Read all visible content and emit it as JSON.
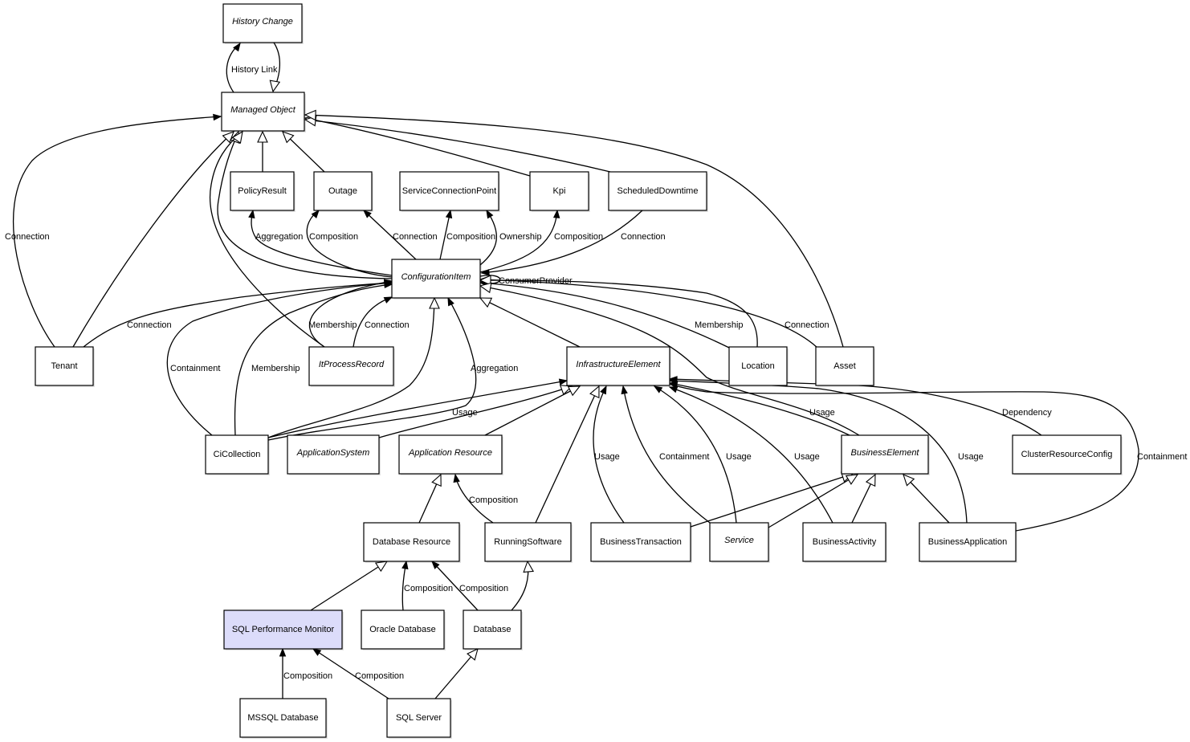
{
  "diagram": {
    "title": "Configuration Item class model",
    "highlight_color": "#dcdcfa",
    "nodes": [
      {
        "id": "history_change",
        "label": "History Change",
        "abstract": true
      },
      {
        "id": "managed_object",
        "label": "Managed Object",
        "abstract": true
      },
      {
        "id": "policy_result",
        "label": "PolicyResult",
        "abstract": false
      },
      {
        "id": "outage",
        "label": "Outage",
        "abstract": false
      },
      {
        "id": "service_connection_point",
        "label": "ServiceConnectionPoint",
        "abstract": false
      },
      {
        "id": "kpi",
        "label": "Kpi",
        "abstract": false
      },
      {
        "id": "scheduled_downtime",
        "label": "ScheduledDowntime",
        "abstract": false
      },
      {
        "id": "configuration_item",
        "label": "ConfigurationItem",
        "abstract": true
      },
      {
        "id": "tenant",
        "label": "Tenant",
        "abstract": false
      },
      {
        "id": "it_process_record",
        "label": "ItProcessRecord",
        "abstract": true
      },
      {
        "id": "infrastructure_element",
        "label": "InfrastructureElement",
        "abstract": true
      },
      {
        "id": "location",
        "label": "Location",
        "abstract": false
      },
      {
        "id": "asset",
        "label": "Asset",
        "abstract": false
      },
      {
        "id": "ci_collection",
        "label": "CiCollection",
        "abstract": false
      },
      {
        "id": "application_system",
        "label": "ApplicationSystem",
        "abstract": true
      },
      {
        "id": "application_resource",
        "label": "Application Resource",
        "abstract": true
      },
      {
        "id": "business_element",
        "label": "BusinessElement",
        "abstract": true
      },
      {
        "id": "cluster_resource_config",
        "label": "ClusterResourceConfig",
        "abstract": false
      },
      {
        "id": "database_resource",
        "label": "Database Resource",
        "abstract": false
      },
      {
        "id": "running_software",
        "label": "RunningSoftware",
        "abstract": false
      },
      {
        "id": "business_transaction",
        "label": "BusinessTransaction",
        "abstract": false
      },
      {
        "id": "service",
        "label": "Service",
        "abstract": true
      },
      {
        "id": "business_activity",
        "label": "BusinessActivity",
        "abstract": false
      },
      {
        "id": "business_application",
        "label": "BusinessApplication",
        "abstract": false
      },
      {
        "id": "sql_performance_monitor",
        "label": "SQL Performance Monitor",
        "abstract": false,
        "highlighted": true
      },
      {
        "id": "oracle_database",
        "label": "Oracle Database",
        "abstract": false
      },
      {
        "id": "database",
        "label": "Database",
        "abstract": false
      },
      {
        "id": "mssql_database",
        "label": "MSSQL Database",
        "abstract": false
      },
      {
        "id": "sql_server",
        "label": "SQL Server",
        "abstract": false
      }
    ],
    "edges": [
      {
        "id": "e_history_link_a",
        "from": "managed_object",
        "to": "history_change",
        "kind": "association",
        "label": "History Link"
      },
      {
        "id": "e_history_link_b",
        "from": "history_change",
        "to": "managed_object",
        "kind": "inheritance",
        "label": ""
      },
      {
        "id": "e_tenant_conn_mo",
        "from": "tenant",
        "to": "managed_object",
        "kind": "association",
        "label": "Connection"
      },
      {
        "id": "e_tenant_inh_mo",
        "from": "tenant",
        "to": "managed_object",
        "kind": "inheritance",
        "label": ""
      },
      {
        "id": "e_ci_inh_mo",
        "from": "configuration_item",
        "to": "managed_object",
        "kind": "inheritance",
        "label": ""
      },
      {
        "id": "e_ipr_inh_mo",
        "from": "it_process_record",
        "to": "managed_object",
        "kind": "inheritance",
        "label": ""
      },
      {
        "id": "e_pr_inh_mo",
        "from": "policy_result",
        "to": "managed_object",
        "kind": "inheritance",
        "label": ""
      },
      {
        "id": "e_outage_inh_mo",
        "from": "outage",
        "to": "managed_object",
        "kind": "inheritance",
        "label": ""
      },
      {
        "id": "e_kpi_inh_mo",
        "from": "kpi",
        "to": "managed_object",
        "kind": "inheritance",
        "label": ""
      },
      {
        "id": "e_sd_inh_mo",
        "from": "scheduled_downtime",
        "to": "managed_object",
        "kind": "inheritance",
        "label": ""
      },
      {
        "id": "e_asset_inh_mo",
        "from": "asset",
        "to": "managed_object",
        "kind": "inheritance",
        "label": ""
      },
      {
        "id": "e_ci_aggr_pr",
        "from": "configuration_item",
        "to": "policy_result",
        "kind": "association",
        "label": "Aggregation"
      },
      {
        "id": "e_ci_comp_outage",
        "from": "configuration_item",
        "to": "outage",
        "kind": "association",
        "label": "Composition"
      },
      {
        "id": "e_ci_conn_outage",
        "from": "configuration_item",
        "to": "outage",
        "kind": "association",
        "label": "Connection"
      },
      {
        "id": "e_ci_comp_scp",
        "from": "configuration_item",
        "to": "service_connection_point",
        "kind": "association",
        "label": "Composition"
      },
      {
        "id": "e_ci_own_scp",
        "from": "configuration_item",
        "to": "service_connection_point",
        "kind": "association",
        "label": "Ownership"
      },
      {
        "id": "e_ci_comp_kpi",
        "from": "configuration_item",
        "to": "kpi",
        "kind": "association",
        "label": "Composition"
      },
      {
        "id": "e_sd_conn_ci",
        "from": "scheduled_downtime",
        "to": "configuration_item",
        "kind": "association",
        "label": "Connection"
      },
      {
        "id": "e_ci_self",
        "from": "configuration_item",
        "to": "configuration_item",
        "kind": "association",
        "label": "ConsumerProvider"
      },
      {
        "id": "e_tenant_conn_ci",
        "from": "tenant",
        "to": "configuration_item",
        "kind": "association",
        "label": "Connection"
      },
      {
        "id": "e_ipr_memb_ci",
        "from": "it_process_record",
        "to": "configuration_item",
        "kind": "association",
        "label": "Membership"
      },
      {
        "id": "e_ipr_conn_ci",
        "from": "it_process_record",
        "to": "configuration_item",
        "kind": "association",
        "label": "Connection"
      },
      {
        "id": "e_cic_cont_ci",
        "from": "ci_collection",
        "to": "configuration_item",
        "kind": "association",
        "label": "Containment"
      },
      {
        "id": "e_cic_memb_ci",
        "from": "ci_collection",
        "to": "configuration_item",
        "kind": "association",
        "label": "Membership"
      },
      {
        "id": "e_cic_inh_ci",
        "from": "ci_collection",
        "to": "configuration_item",
        "kind": "inheritance",
        "label": ""
      },
      {
        "id": "e_as_aggr_ci",
        "from": "application_system",
        "to": "configuration_item",
        "kind": "association",
        "label": "Aggregation"
      },
      {
        "id": "e_ie_inh_ci",
        "from": "infrastructure_element",
        "to": "configuration_item",
        "kind": "inheritance",
        "label": ""
      },
      {
        "id": "e_loc_memb_ci",
        "from": "location",
        "to": "configuration_item",
        "kind": "association",
        "label": "Membership"
      },
      {
        "id": "e_asset_conn_ci",
        "from": "asset",
        "to": "configuration_item",
        "kind": "association",
        "label": "Connection"
      },
      {
        "id": "e_loc_inh_ci",
        "from": "location",
        "to": "configuration_item",
        "kind": "inheritance",
        "label": ""
      },
      {
        "id": "e_be_inh_ci",
        "from": "business_element",
        "to": "configuration_item",
        "kind": "inheritance",
        "label": ""
      },
      {
        "id": "e_cic_usage_ie",
        "from": "ci_collection",
        "to": "infrastructure_element",
        "kind": "association",
        "label": "Usage"
      },
      {
        "id": "e_as_inh_ie",
        "from": "application_system",
        "to": "infrastructure_element",
        "kind": "inheritance",
        "label": ""
      },
      {
        "id": "e_ar_inh_ie",
        "from": "application_resource",
        "to": "infrastructure_element",
        "kind": "inheritance",
        "label": ""
      },
      {
        "id": "e_rs_inh_ie",
        "from": "running_software",
        "to": "infrastructure_element",
        "kind": "inheritance",
        "label": ""
      },
      {
        "id": "e_bt_usage_ie",
        "from": "business_transaction",
        "to": "infrastructure_element",
        "kind": "association",
        "label": "Usage"
      },
      {
        "id": "e_svc_cont_ie",
        "from": "service",
        "to": "infrastructure_element",
        "kind": "association",
        "label": "Containment"
      },
      {
        "id": "e_svc_usage_ie",
        "from": "service",
        "to": "infrastructure_element",
        "kind": "association",
        "label": "Usage"
      },
      {
        "id": "e_ba_usage_ie",
        "from": "business_activity",
        "to": "infrastructure_element",
        "kind": "association",
        "label": "Usage"
      },
      {
        "id": "e_be_usage_ie",
        "from": "business_element",
        "to": "infrastructure_element",
        "kind": "association",
        "label": "Usage"
      },
      {
        "id": "e_bapp_usage_ie",
        "from": "business_application",
        "to": "infrastructure_element",
        "kind": "association",
        "label": "Usage"
      },
      {
        "id": "e_crc_dep_ie",
        "from": "cluster_resource_config",
        "to": "infrastructure_element",
        "kind": "association",
        "label": "Dependency"
      },
      {
        "id": "e_bapp_cont_ie",
        "from": "business_application",
        "to": "infrastructure_element",
        "kind": "association",
        "label": "Containment"
      },
      {
        "id": "e_bt_inh_be",
        "from": "business_transaction",
        "to": "business_element",
        "kind": "inheritance",
        "label": ""
      },
      {
        "id": "e_svc_inh_be",
        "from": "service",
        "to": "business_element",
        "kind": "inheritance",
        "label": ""
      },
      {
        "id": "e_ba_inh_be",
        "from": "business_activity",
        "to": "business_element",
        "kind": "inheritance",
        "label": ""
      },
      {
        "id": "e_bapp_inh_be",
        "from": "business_application",
        "to": "business_element",
        "kind": "inheritance",
        "label": ""
      },
      {
        "id": "e_dbr_inh_ar",
        "from": "database_resource",
        "to": "application_resource",
        "kind": "inheritance",
        "label": ""
      },
      {
        "id": "e_rs_comp_ar",
        "from": "running_software",
        "to": "application_resource",
        "kind": "association",
        "label": "Composition"
      },
      {
        "id": "e_spm_inh_dbr",
        "from": "sql_performance_monitor",
        "to": "database_resource",
        "kind": "inheritance",
        "label": ""
      },
      {
        "id": "e_ora_comp_dbr",
        "from": "oracle_database",
        "to": "database_resource",
        "kind": "association",
        "label": "Composition"
      },
      {
        "id": "e_db_comp_dbr",
        "from": "database",
        "to": "database_resource",
        "kind": "association",
        "label": "Composition"
      },
      {
        "id": "e_db_inh_rs",
        "from": "database",
        "to": "running_software",
        "kind": "inheritance",
        "label": ""
      },
      {
        "id": "e_mssql_comp_spm",
        "from": "mssql_database",
        "to": "sql_performance_monitor",
        "kind": "association",
        "label": "Composition"
      },
      {
        "id": "e_sqls_comp_spm",
        "from": "sql_server",
        "to": "sql_performance_monitor",
        "kind": "association",
        "label": "Composition"
      },
      {
        "id": "e_sqls_inh_db",
        "from": "sql_server",
        "to": "database",
        "kind": "inheritance",
        "label": ""
      }
    ]
  }
}
